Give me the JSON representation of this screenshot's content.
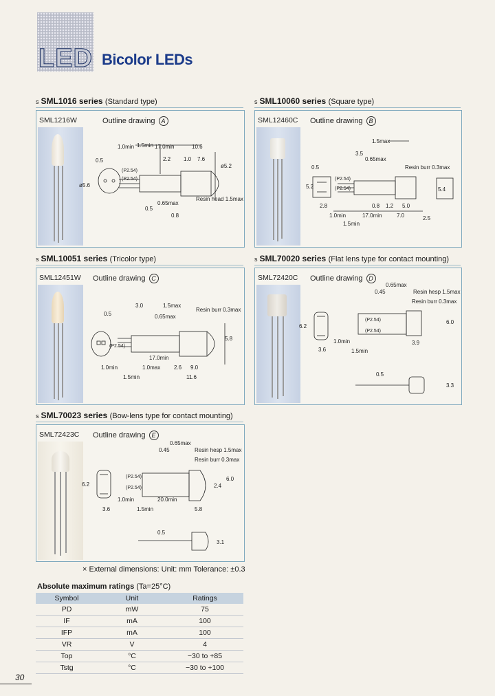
{
  "header": {
    "logo_text": "LED",
    "title": "Bicolor LEDs"
  },
  "sections": [
    {
      "bullet": "s",
      "series": "SML1016 series",
      "type": "(Standard type)",
      "part": "SML1216W",
      "outline_prefix": "Outline drawing",
      "outline_letter": "A",
      "dims": [
        "1.0min",
        "1.5min",
        "17.0min",
        "10.6",
        "0.5",
        "2.2",
        "1.0",
        "7.6",
        "ø5.6",
        "ø5.2",
        "(P2.54)",
        "(P2.54)",
        "Resin head 1.5max",
        "0.5",
        "0.65max",
        "0.8"
      ]
    },
    {
      "bullet": "s",
      "series": "SML10060 series",
      "type": "(Square type)",
      "part": "SML12460C",
      "outline_prefix": "Outline drawing",
      "outline_letter": "B",
      "dims": [
        "1.5max",
        "3.5",
        "0.65max",
        "Resin burr 0.3max",
        "0.5",
        "5.2",
        "(P2.54)",
        "(P2.54)",
        "2.8",
        "0.8",
        "1.2",
        "5.0",
        "1.0min",
        "17.0min",
        "7.0",
        "1.5min",
        "2.5",
        "5.4"
      ]
    },
    {
      "bullet": "s",
      "series": "SML10051 series",
      "type": "(Tricolor type)",
      "part": "SML12451W",
      "outline_prefix": "Outline drawing",
      "outline_letter": "C",
      "dims": [
        "0.5",
        "3.0",
        "1.5max",
        "0.65max",
        "Resin burr 0.3max",
        "(P2.54)",
        "5.8",
        "17.0min",
        "1.0min",
        "1.0max",
        "9.0",
        "1.5min",
        "11.6",
        "2.6"
      ]
    },
    {
      "bullet": "s",
      "series": "SML70020 series",
      "type": "(Flat lens type for contact mounting)",
      "part": "SML72420C",
      "outline_prefix": "Outline drawing",
      "outline_letter": "D",
      "dims": [
        "0.45",
        "0.65max",
        "Resin hesp 1.5max",
        "Resin burr 0.3max",
        "6.2",
        "(P2.54)",
        "(P2.54)",
        "6.0",
        "3.6",
        "1.0min",
        "1.5min",
        "3.9",
        "0.5",
        "3.3"
      ]
    },
    {
      "bullet": "s",
      "series": "SML70023 series",
      "type": "(Bow-lens type for contact mounting)",
      "part": "SML72423C",
      "outline_prefix": "Outline drawing",
      "outline_letter": "E",
      "dims": [
        "0.45",
        "0.65max",
        "Resin hesp 1.5max",
        "Resin burr 0.3max",
        "6.2",
        "(P2.54)",
        "(P2.54)",
        "2.4",
        "6.0",
        "1.0min",
        "20.0min",
        "3.6",
        "1.5min",
        "5.8",
        "0.5",
        "3.1"
      ]
    }
  ],
  "note": "× External dimensions: Unit: mm  Tolerance: ±0.3",
  "ratings": {
    "title_bold": "Absolute maximum ratings",
    "title_cond": "(Ta=25°C)",
    "headers": [
      "Symbol",
      "Unit",
      "Ratings"
    ],
    "rows": [
      [
        "PD",
        "mW",
        "75"
      ],
      [
        "IF",
        "mA",
        "100"
      ],
      [
        "IFP",
        "mA",
        "100"
      ],
      [
        "VR",
        "V",
        "4"
      ],
      [
        "Top",
        "°C",
        "−30 to +85"
      ],
      [
        "Tstg",
        "°C",
        "−30 to +100"
      ]
    ]
  },
  "page_number": "30"
}
